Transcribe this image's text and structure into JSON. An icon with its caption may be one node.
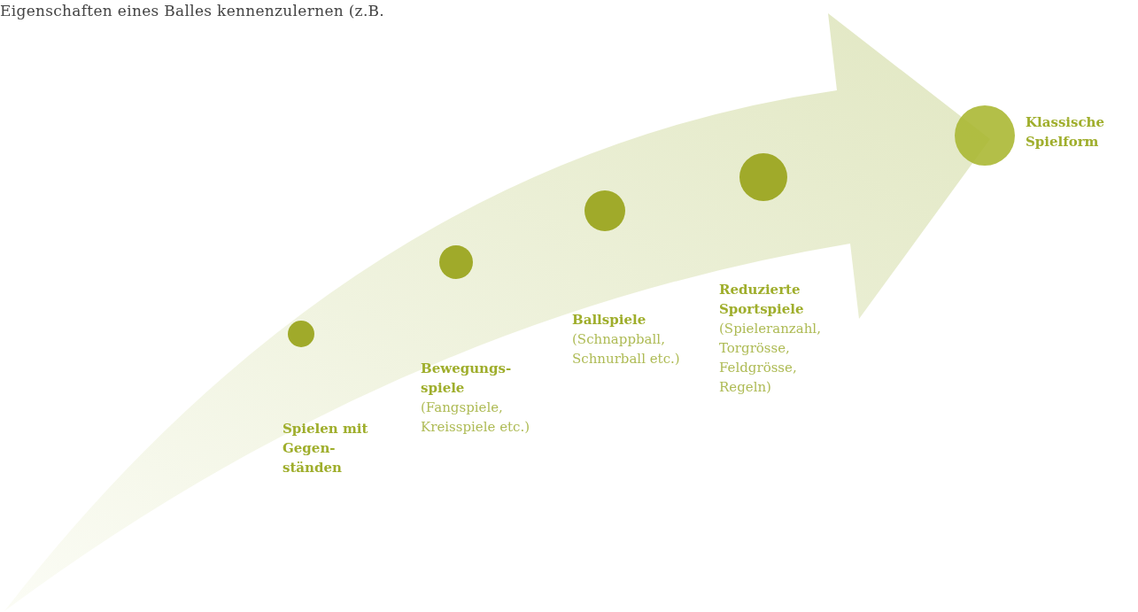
{
  "diagram": {
    "nodes": [
      {
        "text": [],
        "shape": "circle"
      },
      {
        "text": [],
        "shape": "circle",
        "beside": [
          "Bewegungs-spiele",
          "(Fangspiele, Kreisspiele etc.)"
        ]
      },
      {
        "text": [],
        "shape": "circle",
        "beside": [
          "Ballspiele",
          "(Schnappball, Schnurball etc.)"
        ]
      },
      {
        "text": [],
        "shape": "circle",
        "beside": [
          "Reduzierte Sportspiele",
          "(Spieleranzahl, Torgrösse, Feldgrösse, Regeln)"
        ]
      },
      {
        "text": [],
        "shape": "circle",
        "beside": [
          "Klassische Spielform"
        ]
      }
    ],
    "labels": [
      "Eigenschaften eines Balles kennenzulernen (z.B.",
      "Spielen mit Gegen-ständen"
    ]
  }
}
